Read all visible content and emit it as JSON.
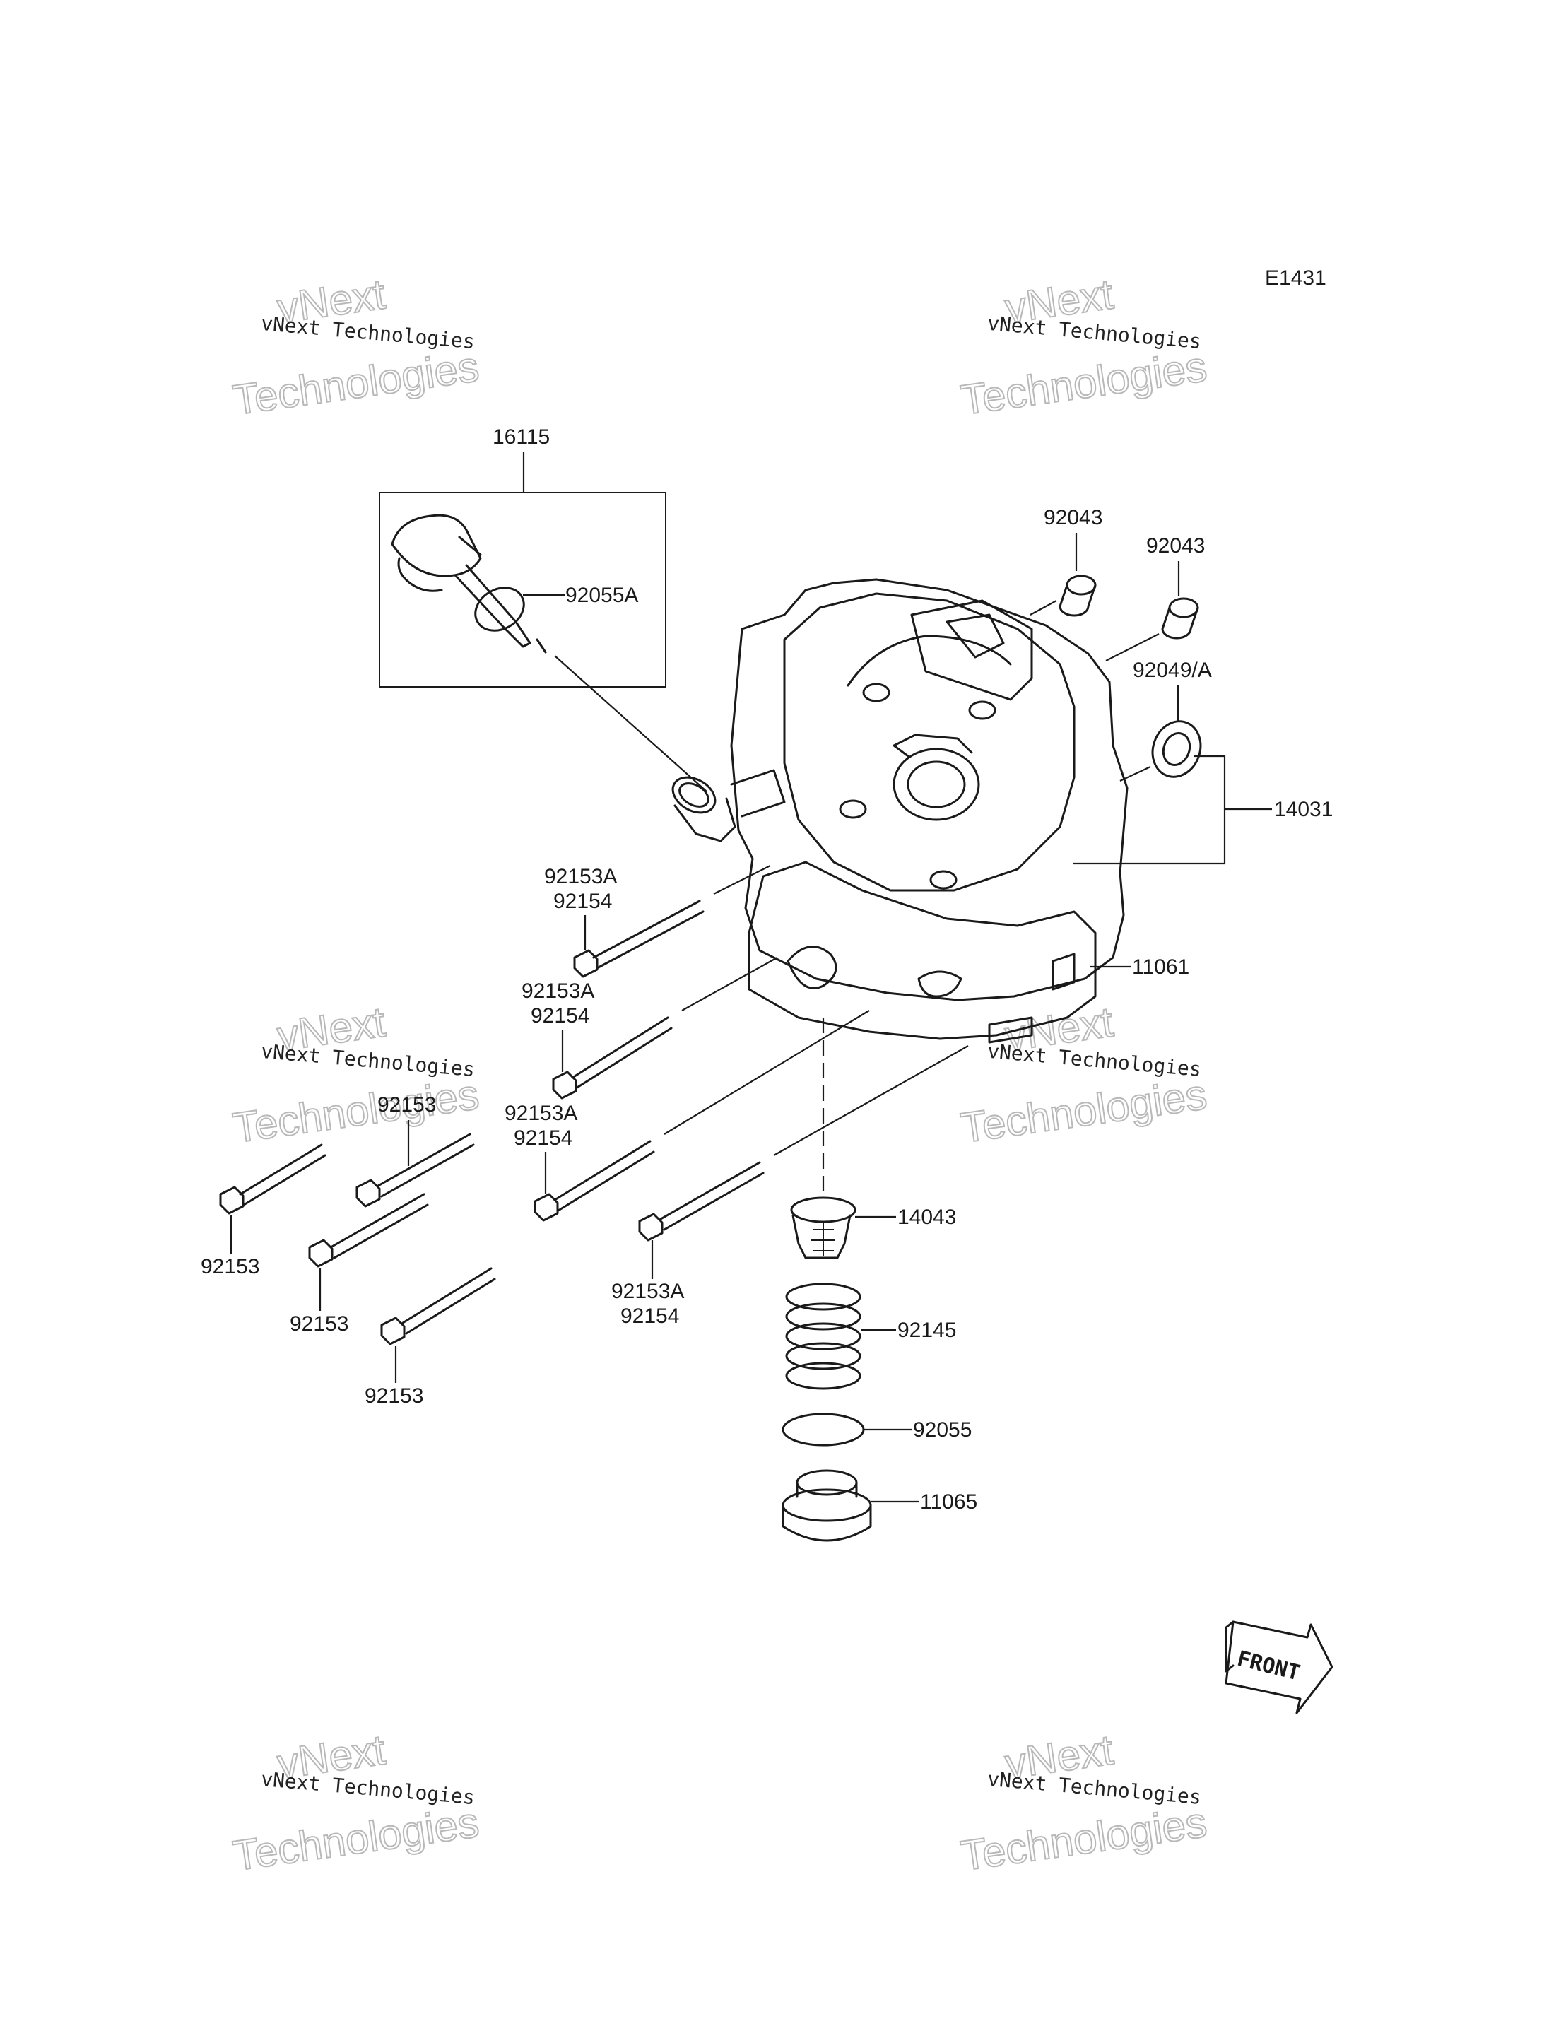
{
  "diagram_code": "E1431",
  "watermark": {
    "line1": "vNext",
    "line2": "vNext Technologies",
    "line3": "Technologies"
  },
  "front_label": "FRONT",
  "parts": {
    "p16115": "16115",
    "p92055A": "92055A",
    "p92043a": "92043",
    "p92043b": "92043",
    "p92049A": "92049/A",
    "p14031": "14031",
    "p11061": "11061",
    "p92153A_1": "92153A",
    "p92154_1": "92154",
    "p92153A_2": "92153A",
    "p92154_2": "92154",
    "p92153A_3": "92153A",
    "p92154_3": "92154",
    "p92153A_4": "92153A",
    "p92154_4": "92154",
    "p92153_top": "92153",
    "p92153_left": "92153",
    "p92153_mid": "92153",
    "p92153_bot": "92153",
    "p14043": "14043",
    "p92145": "92145",
    "p92055": "92055",
    "p11065": "11065"
  }
}
